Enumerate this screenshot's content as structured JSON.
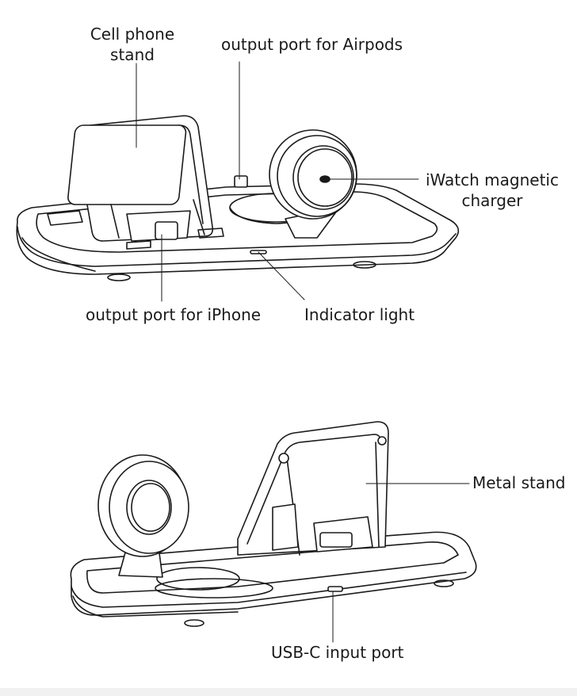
{
  "top_diagram": {
    "labels": {
      "cell_phone_stand_line1": "Cell phone",
      "cell_phone_stand_line2": "stand",
      "output_port_airpods": "output port for Airpods",
      "iwatch_charger_line1": "iWatch magnetic",
      "iwatch_charger_line2": "charger",
      "output_port_iphone": "output port for iPhone",
      "indicator_light": "Indicator light"
    }
  },
  "bottom_diagram": {
    "labels": {
      "metal_stand": "Metal stand",
      "usb_c_input_port": "USB-C input port"
    }
  },
  "colors": {
    "line": "#1a1a1a",
    "fill": "#ffffff",
    "shade": "#e9e9e9"
  }
}
